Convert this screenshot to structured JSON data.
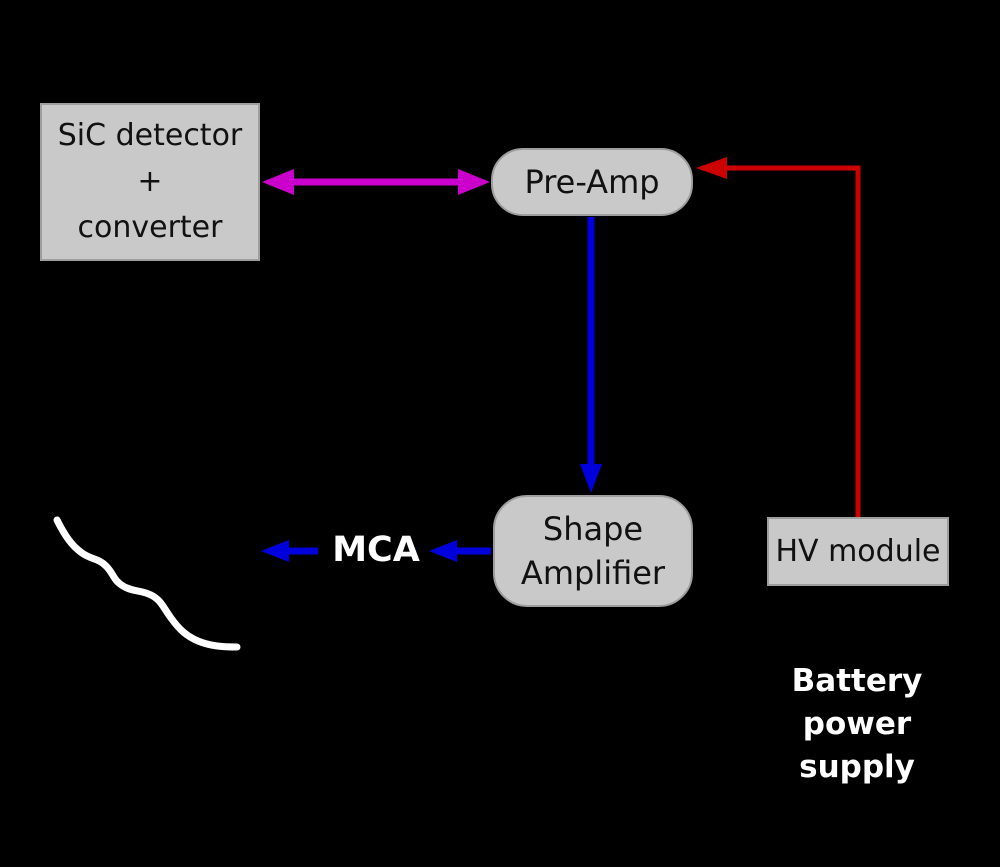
{
  "colors": {
    "background": "#000000",
    "box_fill": "#c9c9c9",
    "box_border": "#9e9e9e",
    "box_text": "#111111",
    "magenta": "#cc00cc",
    "blue": "#0000dd",
    "red": "#cc0000",
    "annotation": "#ffffff"
  },
  "boxes": {
    "detector": {
      "lines": [
        "SiC detector",
        "+",
        "converter"
      ]
    },
    "preamp": {
      "label": "Pre-Amp"
    },
    "shaper": {
      "lines": [
        "Shape",
        "Amplifier"
      ]
    },
    "hv_module": {
      "label": "HV module"
    }
  },
  "labels": {
    "mca": "MCA",
    "battery": {
      "lines": [
        "Battery",
        "power",
        "supply"
      ]
    }
  },
  "connections": [
    {
      "id": "detector-preamp",
      "kind": "double-headed arrow",
      "color_key": "magenta"
    },
    {
      "id": "preamp-shaper",
      "kind": "arrow down",
      "color_key": "blue"
    },
    {
      "id": "shaper-mca",
      "kind": "arrow left",
      "color_key": "blue"
    },
    {
      "id": "mca-spectrum",
      "kind": "arrow left",
      "color_key": "blue"
    },
    {
      "id": "hv-preamp",
      "kind": "elbow arrow",
      "color_key": "red"
    },
    {
      "id": "spectrum-sketch",
      "kind": "freehand curve",
      "color_key": "annotation"
    }
  ]
}
